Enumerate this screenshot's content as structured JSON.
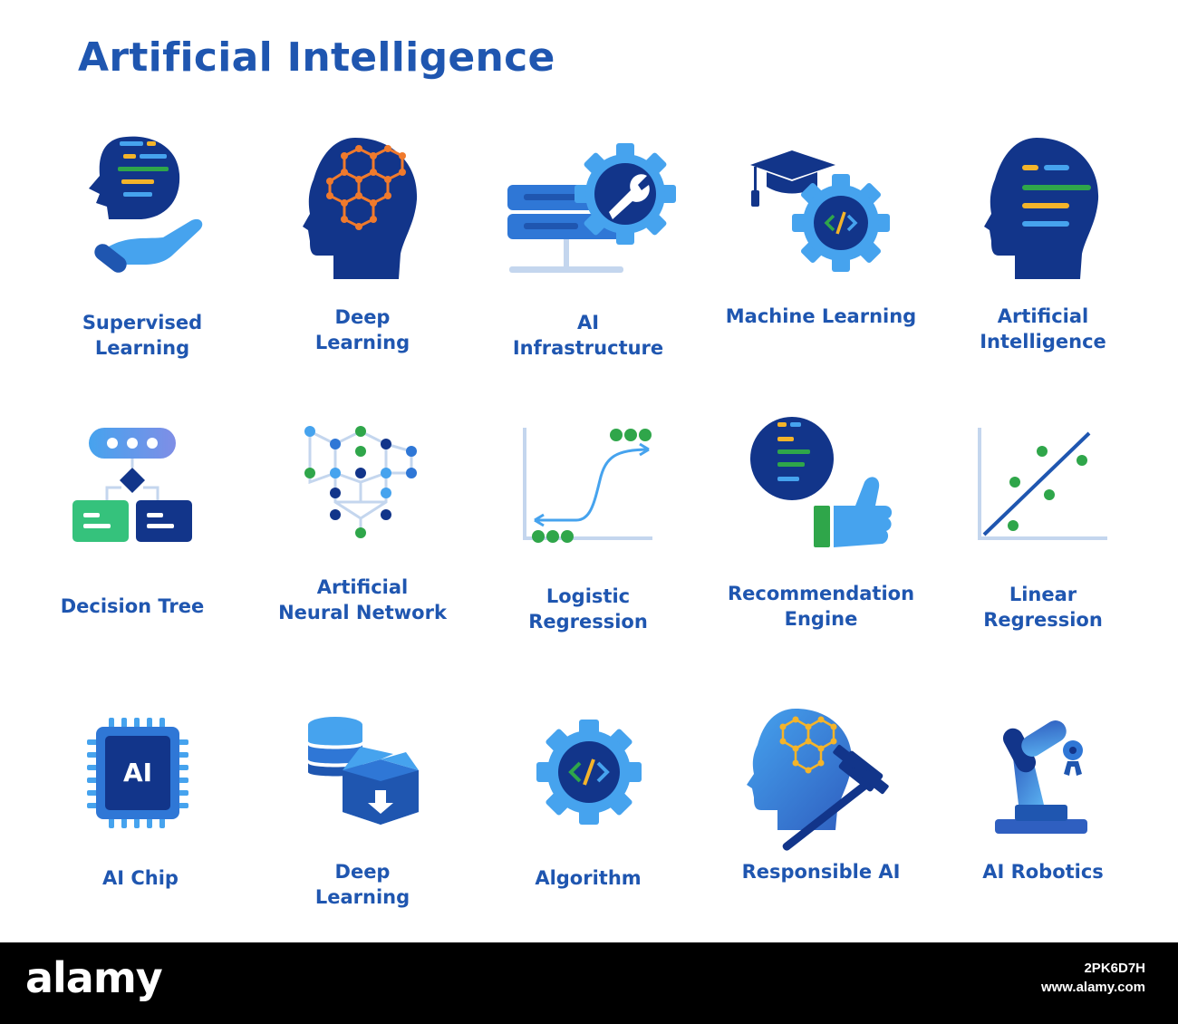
{
  "title": "Artificial Intelligence",
  "colors": {
    "navy": "#12358a",
    "blue": "#1f56b0",
    "mid_blue": "#2f77d6",
    "light_blue": "#46a3ee",
    "pale_blue": "#c4d6ee",
    "green": "#2fa64a",
    "orange": "#f07a2c",
    "yellow": "#f4b42a"
  },
  "icons": [
    {
      "label": "Supervised\nLearning",
      "icon": "head-hand-icon"
    },
    {
      "label": "Deep\nLearning",
      "icon": "brain-network-icon"
    },
    {
      "label": "AI\nInfrastructure",
      "icon": "server-gear-icon"
    },
    {
      "label": "Machine Learning",
      "icon": "graduation-gear-icon"
    },
    {
      "label": "Artificial\nIntelligence",
      "icon": "head-code-icon"
    },
    {
      "label": "Decision Tree",
      "icon": "decision-tree-icon"
    },
    {
      "label": "Artificial\nNeural Network",
      "icon": "neural-network-icon"
    },
    {
      "label": "Logistic\nRegression",
      "icon": "logistic-curve-icon"
    },
    {
      "label": "Recommendation\nEngine",
      "icon": "thumbs-up-icon"
    },
    {
      "label": "Linear\nRegression",
      "icon": "scatter-line-icon"
    },
    {
      "label": "AI Chip",
      "icon": "ai-chip-icon"
    },
    {
      "label": "Deep\nLearning",
      "icon": "database-box-icon"
    },
    {
      "label": "Algorithm",
      "icon": "code-gear-icon"
    },
    {
      "label": "Responsible AI",
      "icon": "head-gavel-icon"
    },
    {
      "label": "AI Robotics",
      "icon": "robot-arm-icon"
    }
  ],
  "chip_text": "AI",
  "footer": {
    "brand": "alamy",
    "image_id": "2PK6D7H",
    "site": "www.alamy.com"
  }
}
